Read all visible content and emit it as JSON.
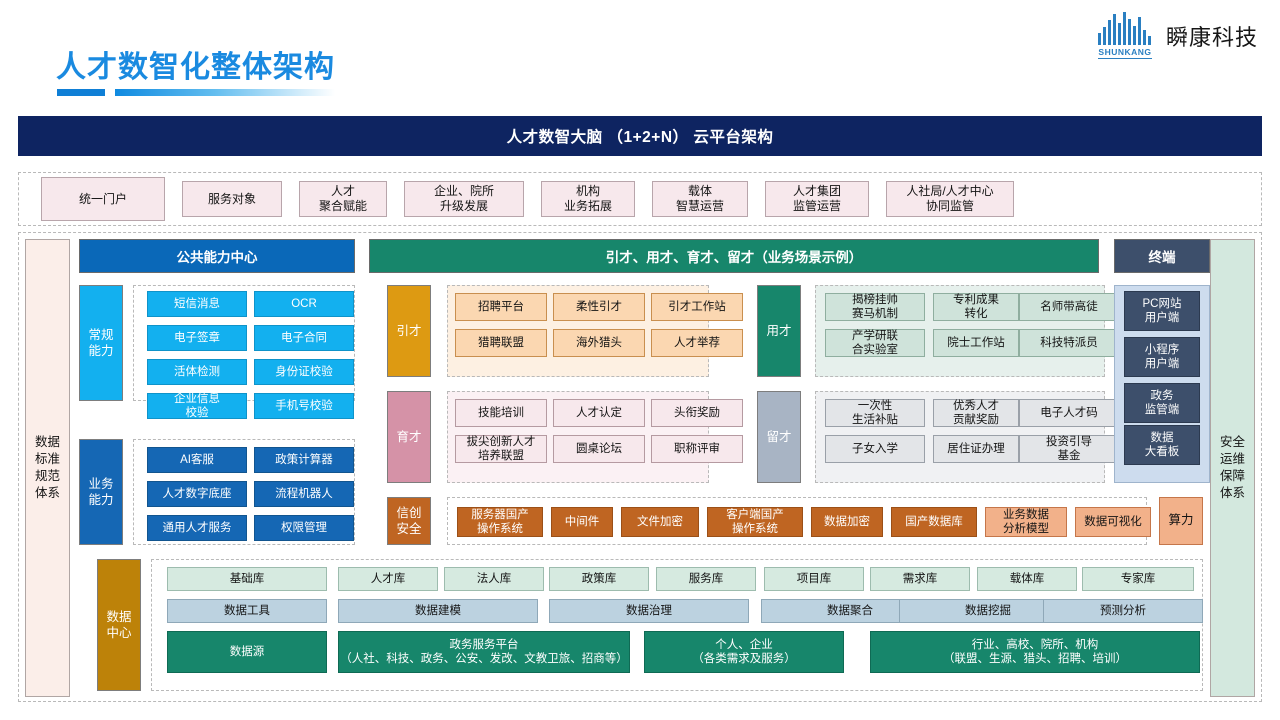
{
  "page_title": "人才数智化整体架构",
  "brand": {
    "name_cn": "瞬康科技",
    "name_en": "SHUNKANG",
    "color": "#2a7fc1"
  },
  "banner": {
    "title": "人才数智大脑 （1+2+N） 云平台架构",
    "bg": "#0e2461"
  },
  "service_row": [
    "统一门户",
    "服务对象",
    "人才\n聚合赋能",
    "企业、院所\n升级发展",
    "机构\n业务拓展",
    "载体\n智慧运营",
    "人才集团\n监管运营",
    "人社局/人才中心\n协同监管"
  ],
  "left_band": {
    "label": "数据标准规范体系",
    "chars": [
      "数据",
      "标准",
      "规范",
      "体系"
    ],
    "bg": "#fbeee9"
  },
  "right_band": {
    "label": "安全运维保障体系",
    "chars": [
      "安全",
      "运维",
      "保障",
      "体系"
    ],
    "bg": "#d3e8de"
  },
  "headers": {
    "public": "公共能力中心",
    "business": "引才、用才、育才、留才（业务场景示例）",
    "terminal": "终端"
  },
  "public_center": {
    "groups": [
      {
        "label": "常规\n能力",
        "label_bg": "#13b0ef",
        "tiles": [
          "短信消息",
          "OCR",
          "电子签章",
          "电子合同",
          "活体检测",
          "身份证校验",
          "企业信息\n校验",
          "手机号校验"
        ]
      },
      {
        "label": "业务\n能力",
        "label_bg": "#1567b4",
        "tiles": [
          "AI客服",
          "政策计算器",
          "人才数字底座",
          "流程机器人",
          "通用人才服务",
          "权限管理"
        ]
      }
    ]
  },
  "scenarios": [
    {
      "label": "引才",
      "label_bg": "#dd9a12",
      "label_color": "#ffffff",
      "style": "orange",
      "tiles": [
        "招聘平台",
        "柔性引才",
        "引才工作站",
        "猎聘联盟",
        "海外猎头",
        "人才举荐"
      ]
    },
    {
      "label": "用才",
      "label_bg": "#17866b",
      "label_color": "#ffffff",
      "style": "teal",
      "tiles": [
        "揭榜挂帅\n赛马机制",
        "专利成果\n转化",
        "名师带高徒",
        "产学研联\n合实验室",
        "院士工作站",
        "科技特派员"
      ]
    },
    {
      "label": "育才",
      "label_bg": "#d592a7",
      "label_color": "#ffffff",
      "style": "pink",
      "tiles": [
        "技能培训",
        "人才认定",
        "头衔奖励",
        "拔尖创新人才\n培养联盟",
        "圆桌论坛",
        "职称评审"
      ]
    },
    {
      "label": "留才",
      "label_bg": "#a8b4c4",
      "label_color": "#ffffff",
      "style": "grayb",
      "tiles": [
        "一次性\n生活补贴",
        "优秀人才\n贡献奖励",
        "电子人才码",
        "子女入学",
        "居住证办理",
        "投资引导\n基金"
      ]
    }
  ],
  "xinchuang": {
    "label": "信创\n安全",
    "label_bg": "#bf6522",
    "tiles": [
      {
        "text": "服务器国产\n操作系统",
        "style": "brown"
      },
      {
        "text": "中间件",
        "style": "brown"
      },
      {
        "text": "文件加密",
        "style": "brown"
      },
      {
        "text": "客户端国产\n操作系统",
        "style": "brown"
      },
      {
        "text": "数据加密",
        "style": "brown"
      },
      {
        "text": "国产数据库",
        "style": "brown"
      },
      {
        "text": "业务数据\n分析模型",
        "style": "brown2"
      },
      {
        "text": "数据可视化",
        "style": "brown2"
      }
    ],
    "compute": {
      "text": "算力",
      "style": "brown2"
    }
  },
  "data_center": {
    "label": "数据\n中心",
    "label_bg": "#bd8209",
    "row_libraries": [
      "基础库",
      "人才库",
      "法人库",
      "政策库",
      "服务库",
      "项目库",
      "需求库",
      "载体库",
      "专家库"
    ],
    "row_tools": [
      "数据工具",
      "数据建模",
      "数据治理",
      "数据聚合",
      "数据挖掘",
      "预测分析"
    ],
    "row_sources": [
      "数据源",
      "政务服务平台\n（人社、科技、政务、公安、发改、文教卫旅、招商等）",
      "个人、企业\n（各类需求及服务）",
      "行业、高校、院所、机构\n（联盟、生源、猎头、招聘、培训）"
    ]
  },
  "terminal": {
    "tiles": [
      "PC网站\n用户端",
      "小程序\n用户端",
      "政务\n监管端",
      "数据\n大看板"
    ],
    "panel_bg": "#cddcee"
  }
}
